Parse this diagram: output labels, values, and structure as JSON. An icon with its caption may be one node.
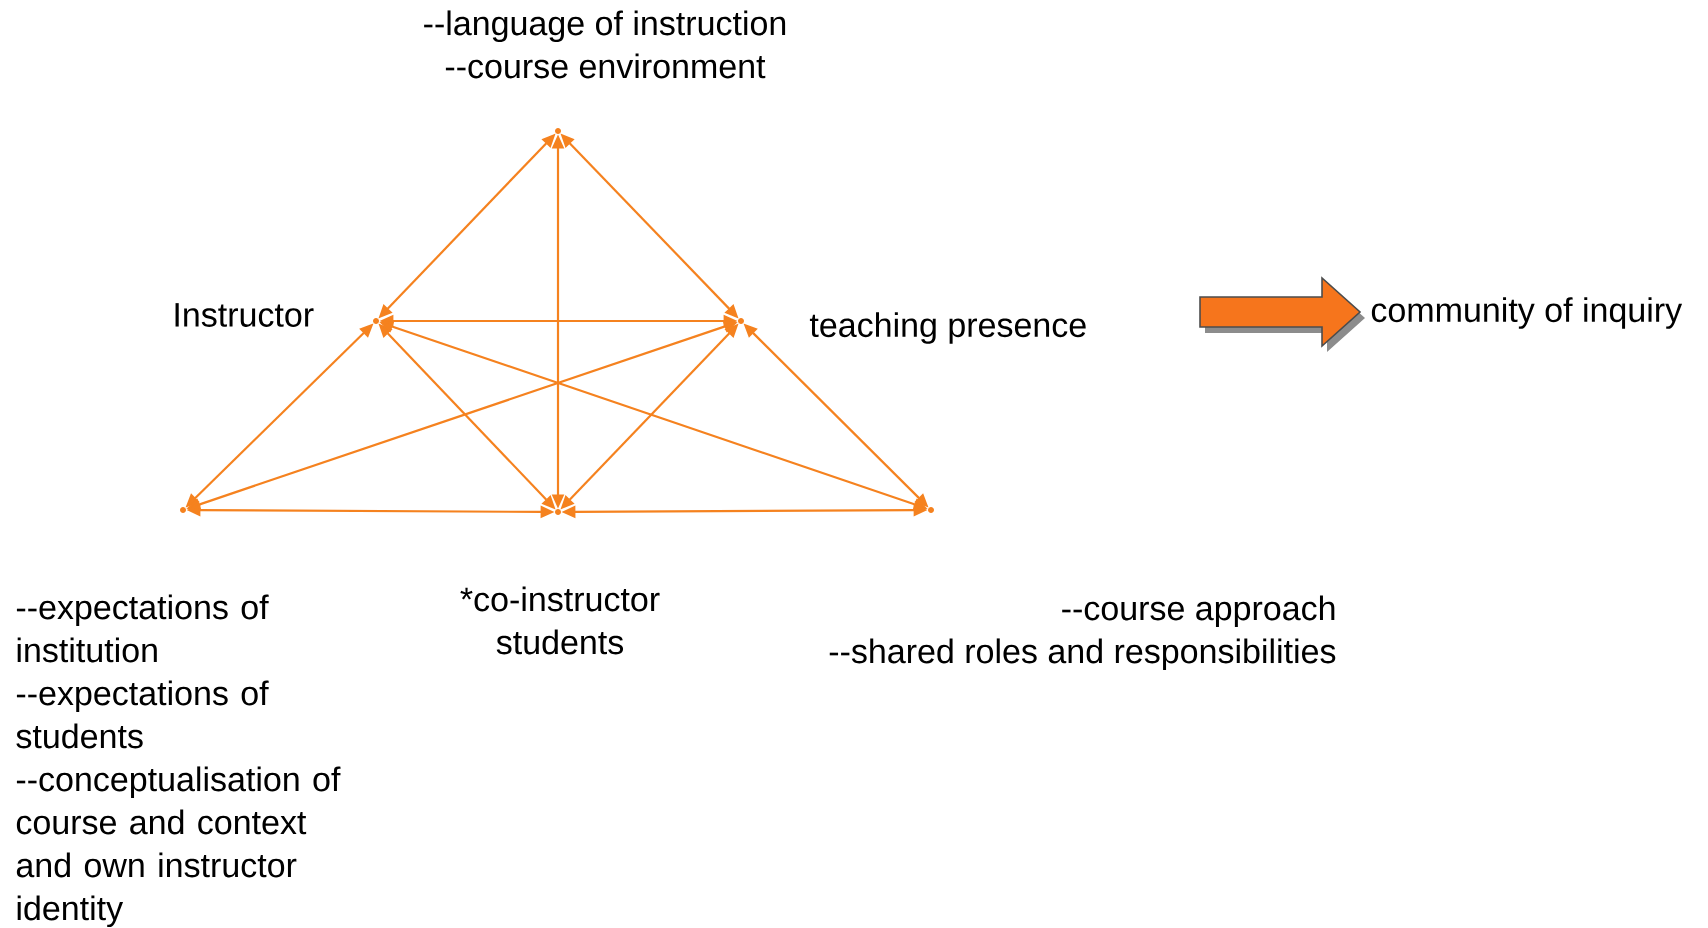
{
  "diagram": {
    "nodes": [
      {
        "text": [],
        "shape": "point",
        "beside": [
          "--language of instruction",
          "--course environment"
        ]
      },
      {
        "text": [],
        "shape": "point",
        "beside": [
          "Instructor"
        ]
      },
      {
        "text": [],
        "shape": "point",
        "beside": [
          "teaching presence"
        ]
      },
      {
        "text": [],
        "shape": "point",
        "beside": [
          "--expectations of institution",
          "--expectations of students",
          "--conceptualisation of course and context and own instructor identity"
        ]
      },
      {
        "text": [],
        "shape": "point",
        "beside": [
          "*co-instructor students"
        ]
      },
      {
        "text": [],
        "shape": "point",
        "beside": [
          "--course approach",
          "--shared roles and responsibilities"
        ]
      },
      {
        "text": [
          "community of inquiry"
        ]
      }
    ],
    "edges": [
      {
        "from": 0,
        "to": 1,
        "arrow": "both"
      },
      {
        "from": 0,
        "to": 2,
        "arrow": "both"
      },
      {
        "from": 0,
        "to": 4,
        "arrow": "both"
      },
      {
        "from": 1,
        "to": 2,
        "arrow": "both"
      },
      {
        "from": 1,
        "to": 3,
        "arrow": "both"
      },
      {
        "from": 1,
        "to": 4,
        "arrow": "both"
      },
      {
        "from": 1,
        "to": 5,
        "arrow": "both"
      },
      {
        "from": 2,
        "to": 3,
        "arrow": "both"
      },
      {
        "from": 2,
        "to": 4,
        "arrow": "both"
      },
      {
        "from": 2,
        "to": 5,
        "arrow": "both"
      },
      {
        "from": 3,
        "to": 4,
        "arrow": "both"
      },
      {
        "from": 4,
        "to": 5,
        "arrow": "both"
      },
      {
        "from": null,
        "to": 6,
        "arrow": "to",
        "style": "thick"
      }
    ]
  }
}
